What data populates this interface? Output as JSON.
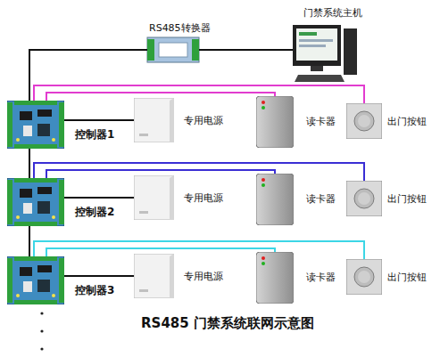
{
  "diagram": {
    "caption": "RS485 门禁系统联网示意图",
    "nodes": [
      {
        "text": [
          "RS485转换器"
        ]
      },
      {
        "text": [
          "门禁系统主机"
        ]
      },
      {
        "text": [
          "控制器1"
        ]
      },
      {
        "text": [
          "专用电源"
        ]
      },
      {
        "text": [
          "读卡器"
        ]
      },
      {
        "text": [
          "出门按钮"
        ]
      },
      {
        "text": [
          "控制器2"
        ]
      },
      {
        "text": [
          "专用电源"
        ]
      },
      {
        "text": [
          "读卡器"
        ]
      },
      {
        "text": [
          "出门按钮"
        ]
      },
      {
        "text": [
          "控制器3"
        ]
      },
      {
        "text": [
          "专用电源"
        ]
      },
      {
        "text": [
          "读卡器"
        ]
      },
      {
        "text": [
          "出门按钮"
        ]
      }
    ],
    "edges": [
      {
        "from": 0,
        "to": 1,
        "arrow": "none"
      },
      {
        "from": 0,
        "to": 2,
        "arrow": "none"
      },
      {
        "from": 2,
        "to": 3,
        "arrow": "none"
      },
      {
        "from": 2,
        "to": 4,
        "arrow": "none"
      },
      {
        "from": 2,
        "to": 5,
        "arrow": "none"
      },
      {
        "from": 2,
        "to": 6,
        "arrow": "none"
      },
      {
        "from": 6,
        "to": 7,
        "arrow": "none"
      },
      {
        "from": 6,
        "to": 8,
        "arrow": "none"
      },
      {
        "from": 6,
        "to": 9,
        "arrow": "none"
      },
      {
        "from": 6,
        "to": 10,
        "arrow": "none"
      },
      {
        "from": 10,
        "to": 11,
        "arrow": "none"
      },
      {
        "from": 10,
        "to": 12,
        "arrow": "none"
      },
      {
        "from": 10,
        "to": 13,
        "arrow": "none"
      }
    ]
  }
}
